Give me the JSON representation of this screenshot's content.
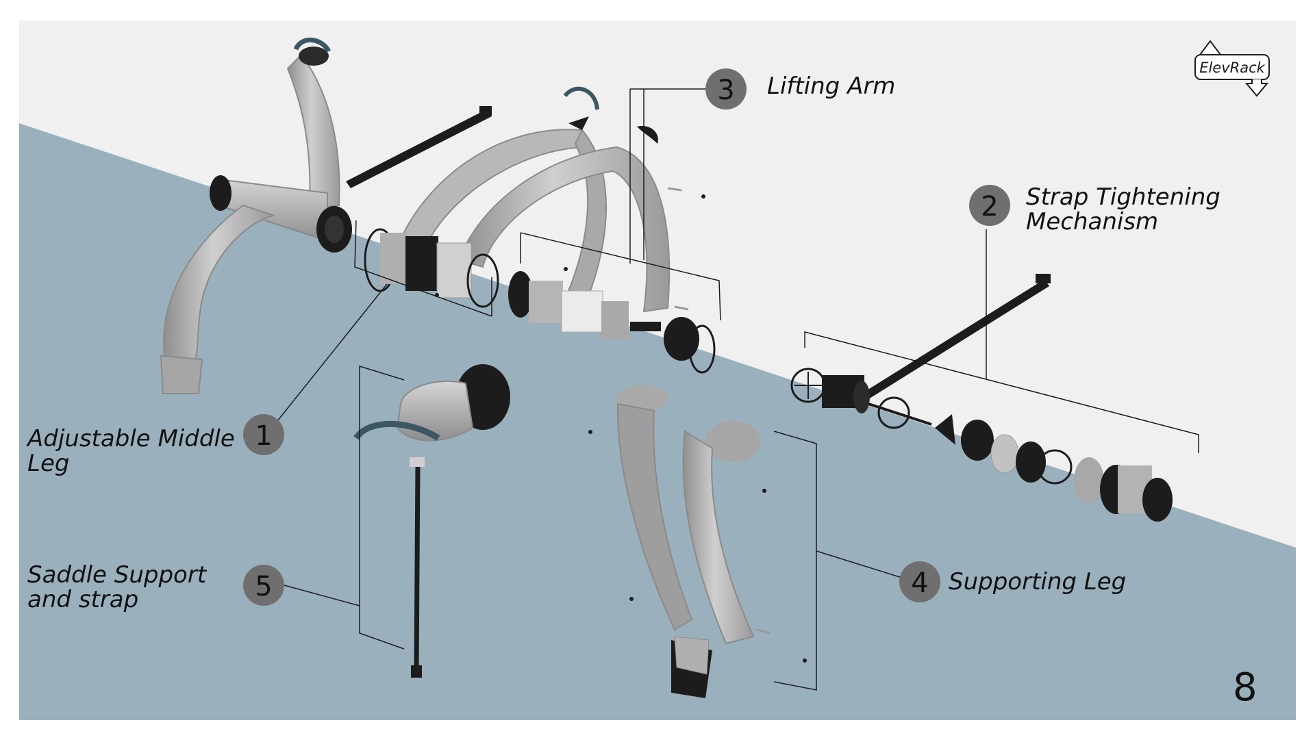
{
  "logo": {
    "text": "ElevRack"
  },
  "page_number": "8",
  "callouts": [
    {
      "number": "1",
      "label": "Adjustable Middle Leg",
      "label_lines": [
        "Adjustable Middle",
        "Leg"
      ]
    },
    {
      "number": "2",
      "label": "Strap Tightening Mechanism",
      "label_lines": [
        "Strap Tightening",
        "Mechanism"
      ]
    },
    {
      "number": "3",
      "label": "Lifting Arm",
      "label_lines": [
        "Lifting Arm"
      ]
    },
    {
      "number": "4",
      "label": "Supporting Leg",
      "label_lines": [
        "Supporting Leg"
      ]
    },
    {
      "number": "5",
      "label": "Saddle Support and strap",
      "label_lines": [
        "Saddle Support",
        "and strap"
      ]
    }
  ],
  "colors": {
    "background_light": "#f0f0f0",
    "background_blue": "#9bb0bd",
    "part_grey": "#b9b9b9",
    "part_dark": "#1c1c1c",
    "callout_circle": "#6f6f6f",
    "strap_blue": "#3d5664"
  }
}
